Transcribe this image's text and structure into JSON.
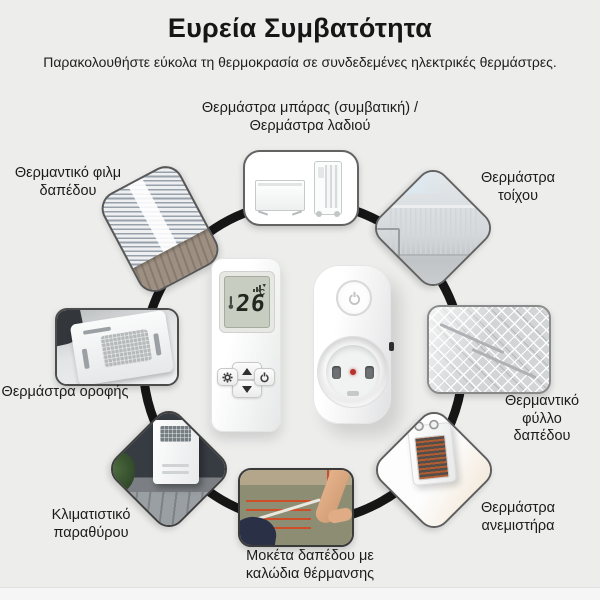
{
  "header": {
    "title": "Ευρεία Συμβατότητα",
    "subtitle": "Παρακολουθήστε εύκολα τη θερμοκρασία σε συνδεδεμένες ηλεκτρικές θερμάστρες."
  },
  "device": {
    "remote": {
      "temperature": "26",
      "unit": "°C"
    }
  },
  "labels": {
    "top": {
      "line1": "Θερμάστρα μπάρας (συμβατική) /",
      "line2": "Θερμάστρα λαδιού"
    },
    "top_left": {
      "line1": "Θερμαντικό φιλμ",
      "line2": "δαπέδου"
    },
    "top_right": {
      "line1": "Θερμάστρα",
      "line2": "τοίχου"
    },
    "left": {
      "line1": "Θερμάστρα οροφής"
    },
    "right": {
      "line1": "Θερμαντικό φύλλο",
      "line2": "δαπέδου"
    },
    "bottom_left": {
      "line1": "Κλιματιστικό",
      "line2": "παραθύρου"
    },
    "bottom": {
      "line1": "Μοκέτα δαπέδου με",
      "line2": "καλώδια θέρμανσης"
    },
    "bottom_right": {
      "line1": "Θερμάστρα",
      "line2": "ανεμιστήρα"
    }
  },
  "colors": {
    "background": "#ededec",
    "ring": "#161616",
    "text": "#1c1c1c",
    "led_red": "#b5332c",
    "cable_orange": "#ce4e27"
  }
}
